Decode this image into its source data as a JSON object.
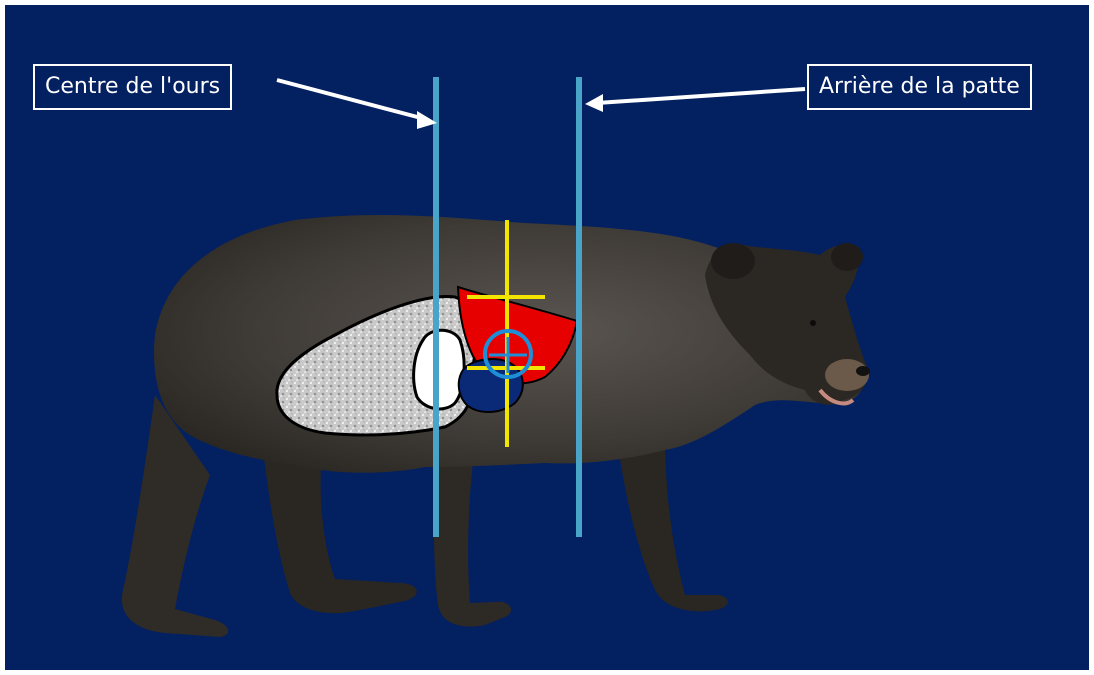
{
  "labels": {
    "centre": "Centre de l'ours",
    "back_leg": "Arrière de la patte"
  },
  "colors": {
    "background": "#032060",
    "guide_lines": "#4aa3c9",
    "crosshair": "#f2e600",
    "heart": "#e60000",
    "lungs": "#d9d9d9",
    "liver": "#0a2a78",
    "target_ring": "#1e8fd6",
    "arrows": "#ffffff"
  },
  "icons": {
    "bear": "black-bear-silhouette",
    "lungs": "lung-organ",
    "heart": "heart-organ",
    "target": "crosshair-target-icon"
  }
}
